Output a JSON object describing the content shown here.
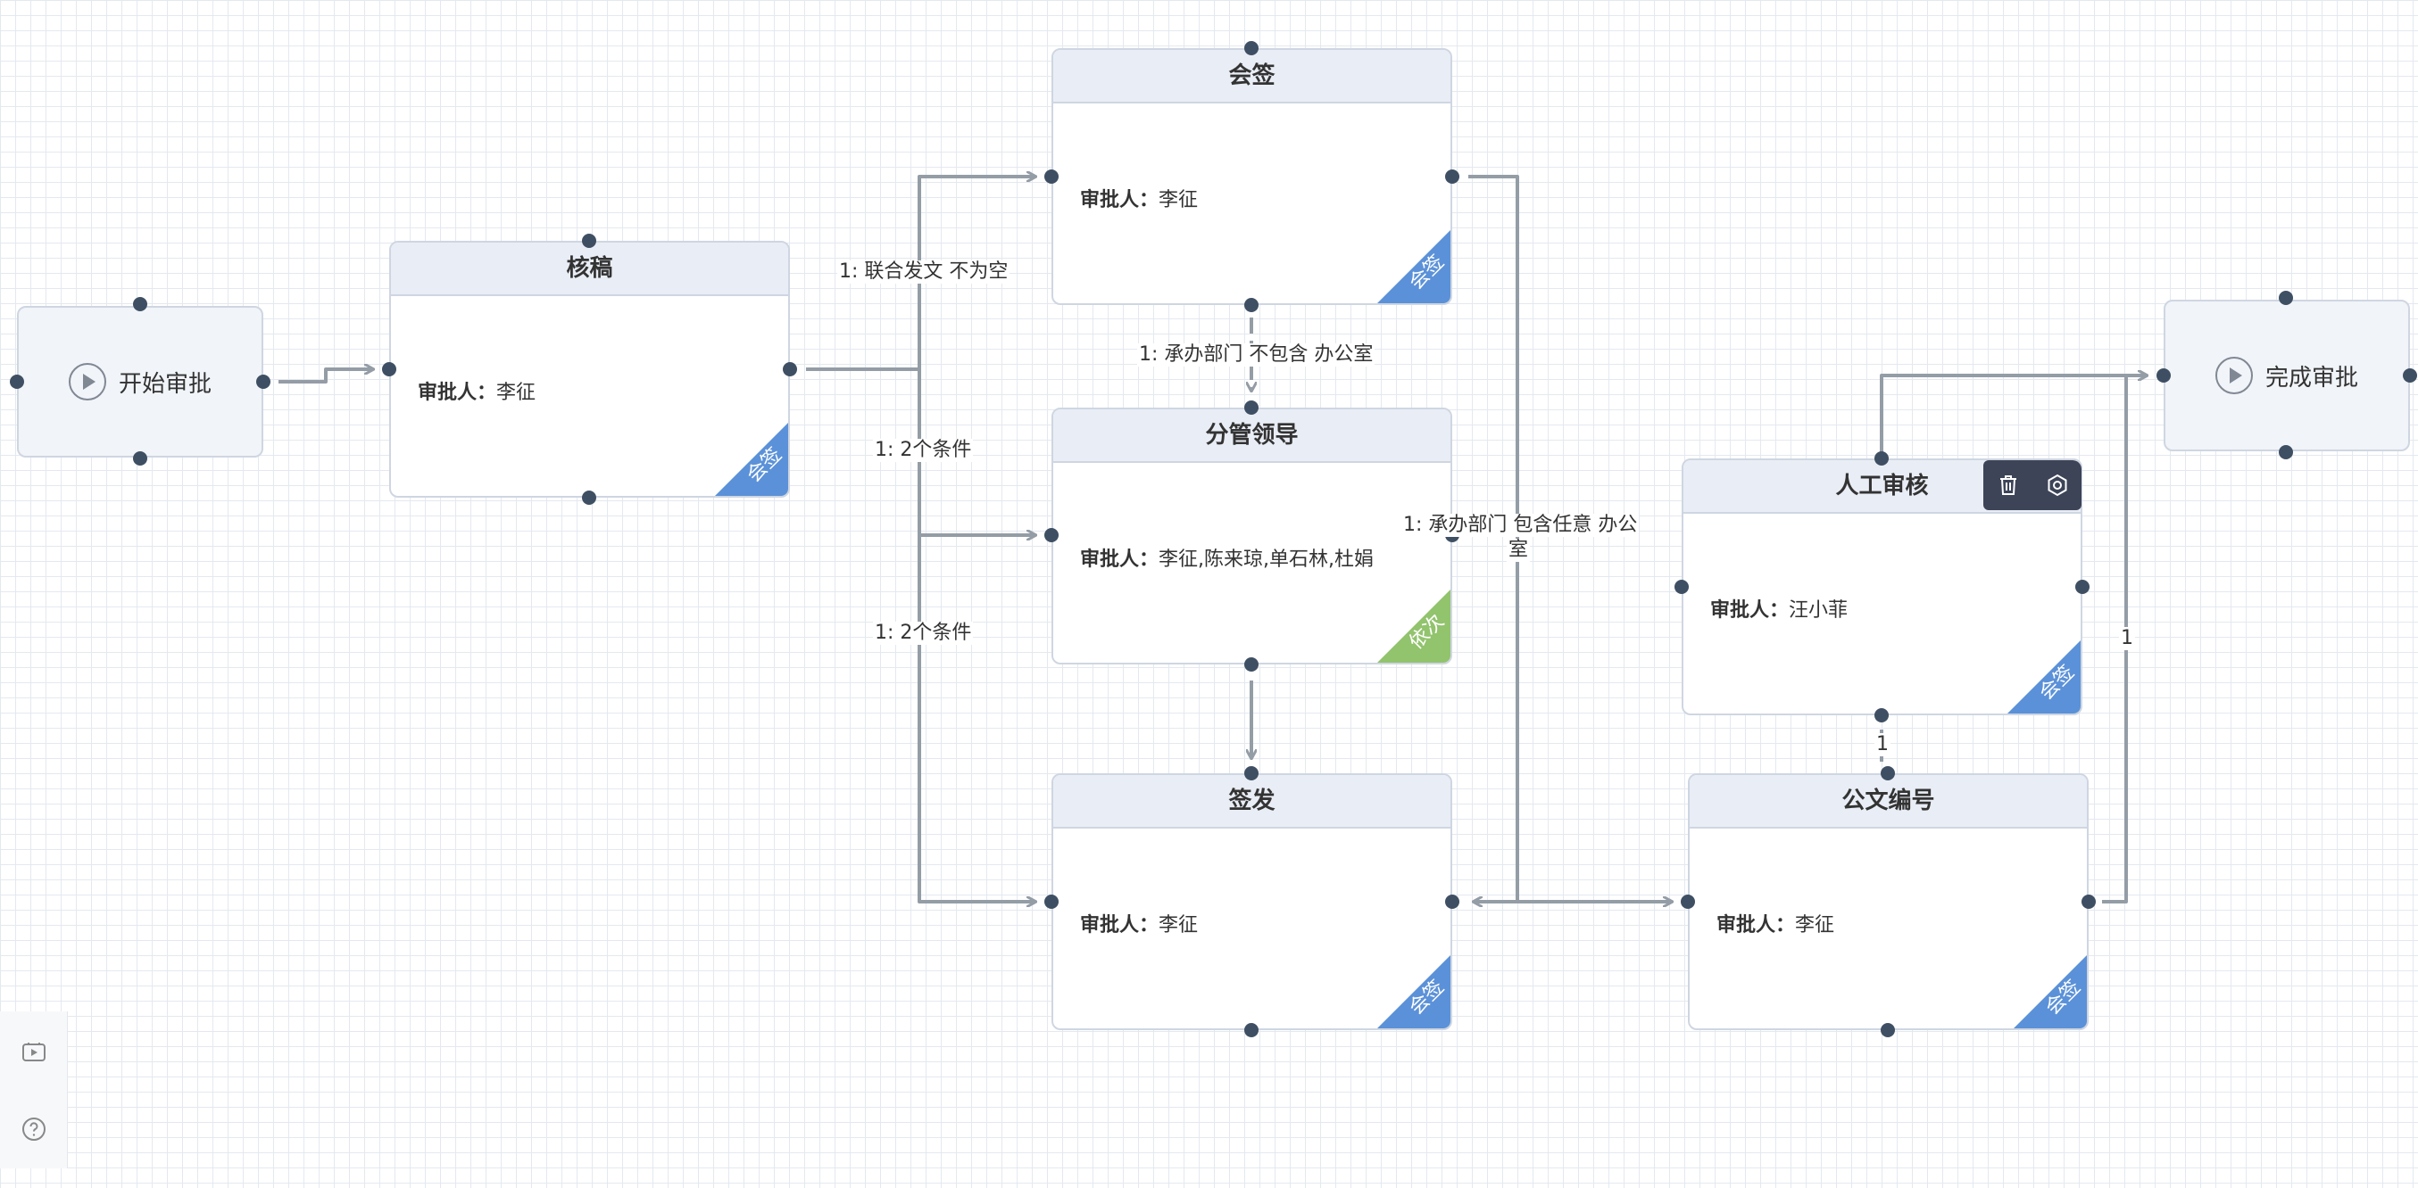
{
  "approver_label": "审批人：",
  "start": {
    "label": "开始审批"
  },
  "end": {
    "label": "完成审批"
  },
  "nodes": {
    "hegao": {
      "title": "核稿",
      "approvers": "李征",
      "mode": "会签"
    },
    "huiqian": {
      "title": "会签",
      "approvers": "李征",
      "mode": "会签"
    },
    "fenguan": {
      "title": "分管领导",
      "approvers": "李征,陈来琼,单石林,杜娟",
      "mode": "依次"
    },
    "qianfa": {
      "title": "签发",
      "approvers": "李征",
      "mode": "会签"
    },
    "rengong": {
      "title": "人工审核",
      "approvers": "汪小菲",
      "mode": "会签"
    },
    "gongwen": {
      "title": "公文编号",
      "approvers": "李征",
      "mode": "会签"
    }
  },
  "edge_labels": {
    "to_huiqian": "1: 联合发文 不为空",
    "to_fenguan": "1: 2个条件",
    "to_qianfa": "1: 2个条件",
    "huiqian_fenguan": "1: 承办部门 不包含 办公室",
    "huiqian_gongwen_1": "1: 承办部门 包含任意 办公",
    "huiqian_gongwen_2": "室",
    "rengong_gongwen": "1",
    "gongwen_end": "1"
  },
  "toolbar": {
    "delete_icon": "trash-icon",
    "settings_icon": "gear-icon"
  },
  "side_panel": {
    "icons": [
      "video-icon",
      "help-icon"
    ]
  },
  "colors": {
    "grid": "#e4e9ef",
    "edge": "#949da6",
    "port": "#3f4f63",
    "node_head": "#e9edf5",
    "tag_blue": "#5b91d8",
    "tag_green": "#92c36d",
    "toolbar": "#3d4458"
  }
}
